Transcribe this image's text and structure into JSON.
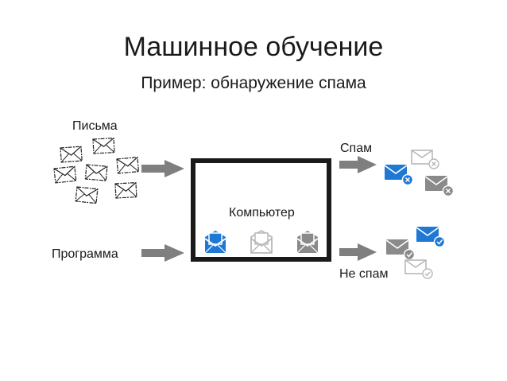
{
  "slide": {
    "title": "Машинное обучение",
    "subtitle": "Пример: обнаружение спама"
  },
  "diagram": {
    "letters_label": "Письма",
    "program_label": "Программа",
    "computer_label": "Компьютер",
    "spam_label": "Спам",
    "not_spam_label": "Не спам"
  },
  "colors": {
    "blue": "#1e78d4",
    "gray": "#8a8a8a",
    "light_gray": "#b8b8b8",
    "arrow": "#7f7f7f",
    "box": "#1a1a1a"
  }
}
